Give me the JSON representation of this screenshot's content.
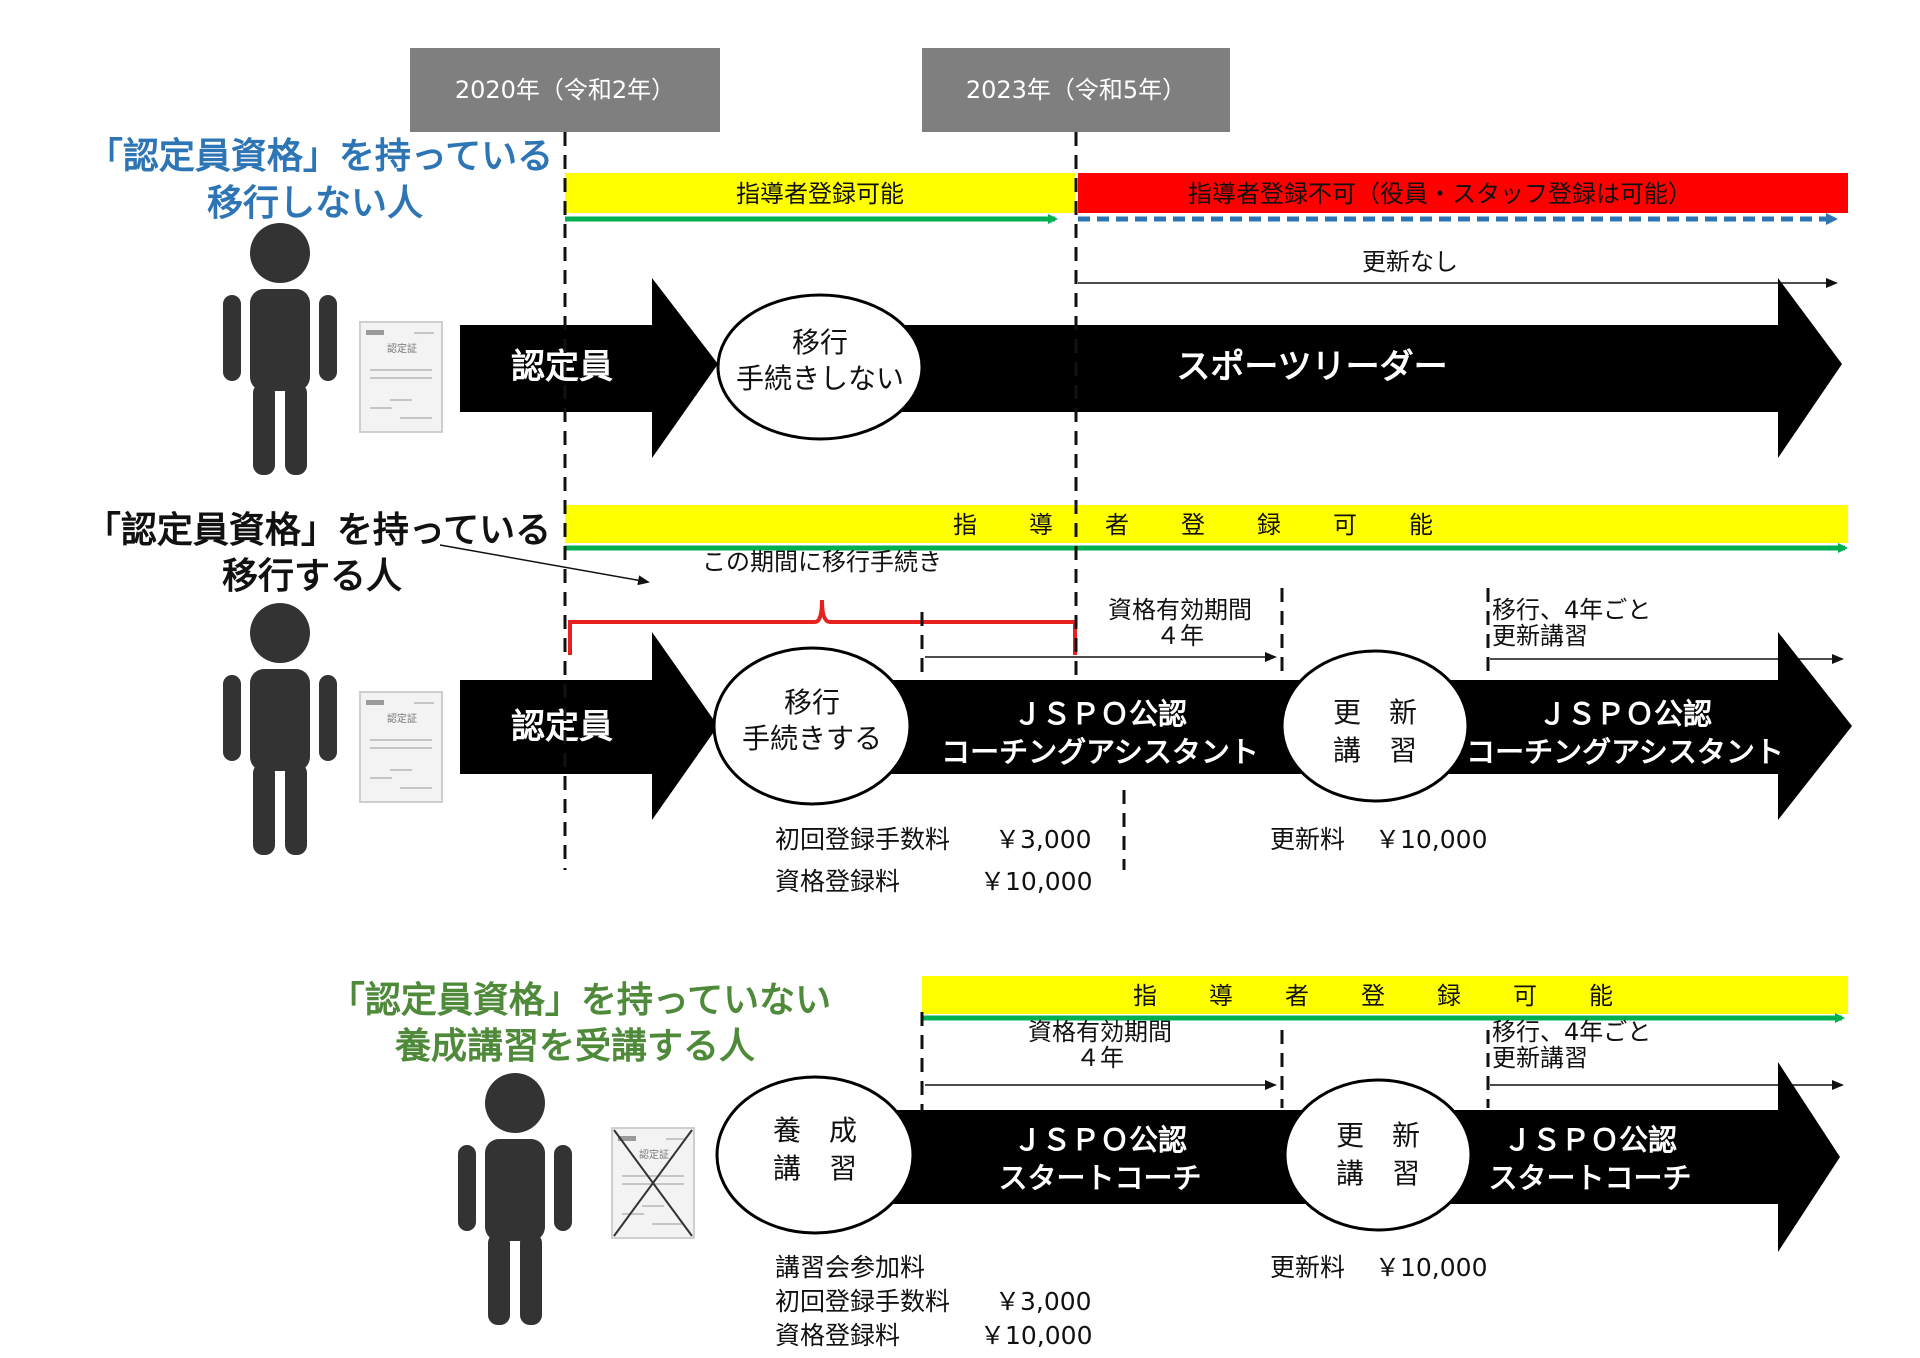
{
  "years": {
    "y2020": "2020年（令和2年）",
    "y2023": "2023年（令和5年）"
  },
  "section1": {
    "heading_line1": "「認定員資格」を持っている",
    "heading_line2": "移行しない人",
    "bar_yellow": "指導者登録可能",
    "bar_red": "指導者登録不可（役員・スタッフ登録は可能）",
    "no_renewal": "更新なし",
    "arrow_left": "認定員",
    "circle_line1": "移行",
    "circle_line2": "手続きしない",
    "arrow_right": "スポーツリーダー"
  },
  "section2": {
    "heading_line1": "「認定員資格」を持っている",
    "heading_line2": "移行する人",
    "bar_yellow": "指　導　者　登　録　可　能",
    "period_note": "この期間に移行手続き",
    "validity_line1": "資格有効期間",
    "validity_line2": "４年",
    "renew_line1": "移行、4年ごと",
    "renew_line2": "更新講習",
    "arrow_left": "認定員",
    "circle_line1": "移行",
    "circle_line2": "手続きする",
    "mid_line1": "ＪＳＰＯ公認",
    "mid_line2": "コーチングアシスタント",
    "renew_circle_line1": "更　新",
    "renew_circle_line2": "講　習",
    "right_line1": "ＪＳＰＯ公認",
    "right_line2": "コーチングアシスタント",
    "fee1_label": "初回登録手数料",
    "fee1_value": "￥3,000",
    "fee2_label": "資格登録料",
    "fee2_value": "￥10,000",
    "renew_fee_label": "更新料",
    "renew_fee_value": "￥10,000"
  },
  "section3": {
    "heading_line1": "「認定員資格」を持っていない",
    "heading_line2": "養成講習を受講する人",
    "bar_yellow": "指　導　者　登　録　可　能",
    "validity_line1": "資格有効期間",
    "validity_line2": "４年",
    "renew_line1": "移行、4年ごと",
    "renew_line2": "更新講習",
    "circle_line1": "養　成",
    "circle_line2": "講　習",
    "mid_line1": "ＪＳＰＯ公認",
    "mid_line2": "スタートコーチ",
    "renew_circle_line1": "更　新",
    "renew_circle_line2": "講　習",
    "right_line1": "ＪＳＰＯ公認",
    "right_line2": "スタートコーチ",
    "fee0_label": "講習会参加料",
    "fee1_label": "初回登録手数料",
    "fee1_value": "￥3,000",
    "fee2_label": "資格登録料",
    "fee2_value": "￥10,000",
    "renew_fee_label": "更新料",
    "renew_fee_value": "￥10,000"
  },
  "certificate": {
    "title": "認定証"
  },
  "colors": {
    "yellow": "#ffff00",
    "red": "#ff0000",
    "green": "#00b050",
    "blue_dashed": "#2e75b6",
    "year_box": "#7f7f7f",
    "heading_blue": "#2e75b6",
    "heading_green": "#4e8a3a"
  },
  "icons": [
    "person-icon",
    "certificate-icon"
  ]
}
